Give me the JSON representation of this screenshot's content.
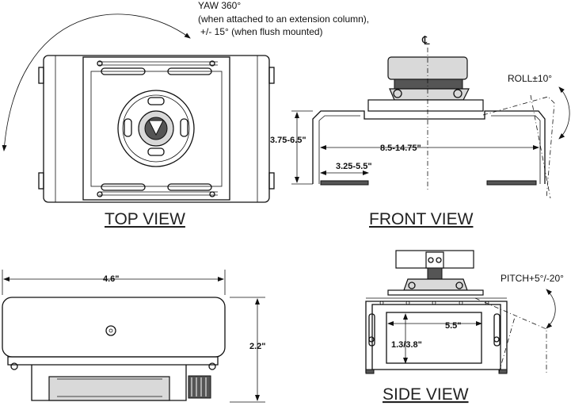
{
  "views": {
    "top": "TOP VIEW",
    "front": "FRONT VIEW",
    "side": "SIDE VIEW"
  },
  "yaw": {
    "line1": "YAW 360°",
    "line2": "(when attached to an extension column),",
    "line3": "+/- 15° (when flush mounted)"
  },
  "front": {
    "centerline": "℄",
    "roll": "ROLL±10°",
    "height": "3.75-6.5\"",
    "width": "8.5-14.75\"",
    "inner": "3.25-5.5\""
  },
  "lower_left": {
    "width": "4.6\"",
    "height": "2.2\""
  },
  "side": {
    "pitch": "PITCH+5°/-20°",
    "width": "5.5\"",
    "height": "1.3/3.8\""
  }
}
